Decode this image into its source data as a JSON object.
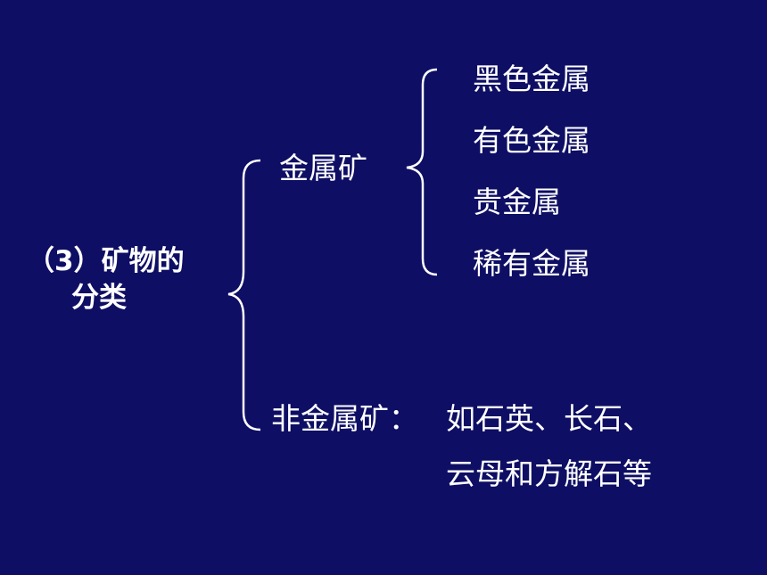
{
  "colors": {
    "background": "#0e0e64",
    "text": "#ffffff"
  },
  "main": {
    "line1": "（3）矿物的",
    "line2": "分类"
  },
  "metal_ore": {
    "label": "金属矿",
    "items": [
      "黑色金属",
      "有色金属",
      "贵金属",
      "稀有金属"
    ]
  },
  "nonmetal_ore": {
    "label": "非金属矿：",
    "examples_line1": "如石英、长石、",
    "examples_line2": "云母和方解石等"
  }
}
